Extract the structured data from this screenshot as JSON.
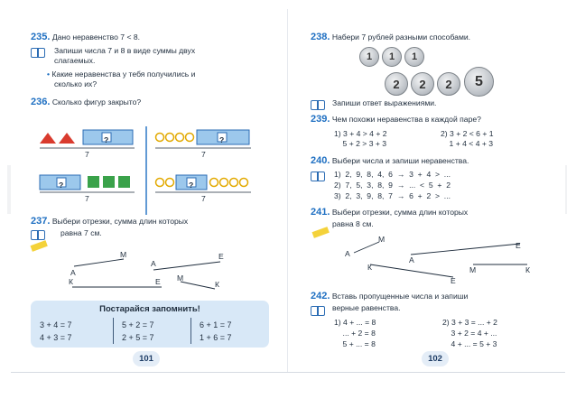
{
  "nav": {
    "prev_icon": "‹",
    "next_icon": "›"
  },
  "left": {
    "page_number": "101",
    "t235": {
      "num": "235.",
      "l1": "Дано неравенство 7 < 8.",
      "l2a": "Запиши числа 7 и 8 в виде суммы двух",
      "l2b": "слагаемых.",
      "l3a": "Какие неравенства у тебя получились и",
      "l3b": "сколько их?"
    },
    "t236": {
      "num": "236.",
      "text": "Сколько фигур закрыто?",
      "label7": "7",
      "box": "?"
    },
    "t237": {
      "num": "237.",
      "l1": "Выбери отрезки, сумма длин которых",
      "l2": "равна 7 см.",
      "pts": {
        "A": "А",
        "M": "М",
        "A2": "А",
        "E": "Е",
        "K": "К",
        "E2": "Е",
        "M2": "М",
        "K2": "К"
      }
    },
    "remember": {
      "title": "Постарайся запомнить!",
      "rows": [
        [
          "3 + 4 = 7",
          "5 + 2 = 7",
          "6 + 1 = 7"
        ],
        [
          "4 + 3 = 7",
          "2 + 5 = 7",
          "1 + 6 = 7"
        ]
      ]
    }
  },
  "right": {
    "page_number": "102",
    "t238": {
      "num": "238.",
      "l1": "Набери 7 рублей разными способами.",
      "l2": "Запиши ответ выражениями.",
      "coins1": [
        "1",
        "1",
        "1"
      ],
      "coins2": [
        "2",
        "2",
        "2"
      ],
      "coins5": [
        "5"
      ]
    },
    "t239": {
      "num": "239.",
      "l1": "Чем похожи неравенства в каждой паре?",
      "c1": [
        "1) 3 + 4 > 4 + 2",
        "    5 + 2 > 3 + 3"
      ],
      "c2": [
        "2) 3 + 2 < 6 + 1",
        "    1 + 4 < 4 + 3"
      ]
    },
    "t240": {
      "num": "240.",
      "l1": "Выбери числа и запиши неравенства.",
      "rows": [
        "1)  2,  9,  8,  4,  6  →  3  +  4  >  ...",
        "2)  7,  5,  3,  8,  9  →  ...  <  5  +  2",
        "3)  2,  3,  9,  8,  7  →  6  +  2  >  ..."
      ]
    },
    "t241": {
      "num": "241.",
      "l1": "Выбери отрезки, сумма длин которых",
      "l2": "равна 8 см.",
      "pts": {
        "A": "А",
        "M": "М",
        "A2": "А",
        "E": "Е",
        "K": "К",
        "E2": "Е",
        "M2": "М",
        "K2": "К"
      }
    },
    "t242": {
      "num": "242.",
      "l1": "Вставь пропущенные числа и запиши",
      "l2": "верные равенства.",
      "c1": [
        "1) 4 + ... = 8",
        "    ... + 2 = 8",
        "    5 + ... = 8"
      ],
      "c2": [
        "2) 3 + 3 = ... + 2",
        "    3 + 2 = 4 + ...",
        "    4 + ... = 5 + 3"
      ]
    }
  },
  "colors": {
    "accent": "#1e6fc2",
    "remember_bg": "#d8e8f7",
    "box": "#9cc8ec",
    "triangle": "#d93b2e",
    "square": "#3aa24a",
    "circle": "#f2c21c"
  }
}
